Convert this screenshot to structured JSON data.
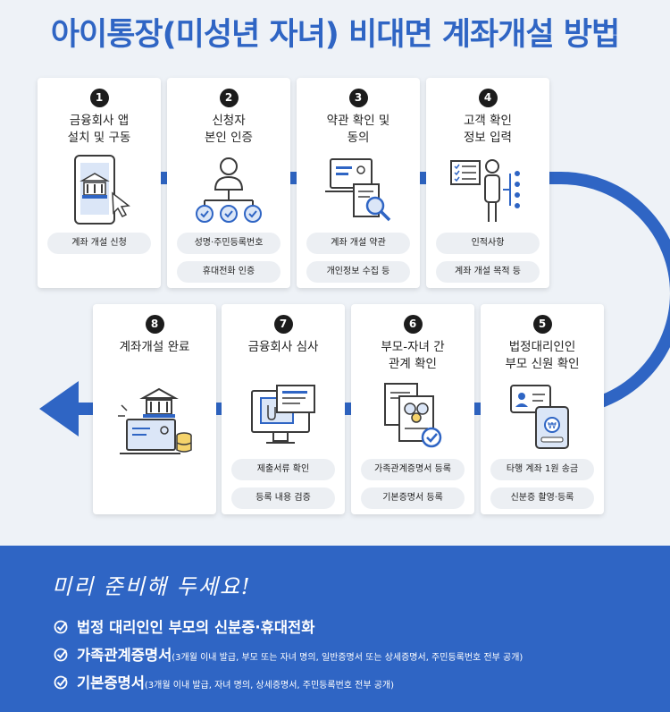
{
  "title": "아이통장(미성년 자녀) 비대면 계좌개설 방법",
  "steps": [
    {
      "num": "1",
      "title": "금융회사 앱\n설치 및 구동",
      "icon": "phone-bank-icon",
      "pills": [
        "계좌 개설 신청"
      ]
    },
    {
      "num": "2",
      "title": "신청자\n본인 인증",
      "icon": "person-verify-icon",
      "pills": [
        "성명·주민등록번호",
        "휴대전화 인증"
      ]
    },
    {
      "num": "3",
      "title": "약관 확인 및\n동의",
      "icon": "document-search-icon",
      "pills": [
        "계좌 개설 약관",
        "개인정보 수집 등"
      ]
    },
    {
      "num": "4",
      "title": "고객 확인\n정보 입력",
      "icon": "customer-info-icon",
      "pills": [
        "인적사항",
        "계좌 개설 목적 등"
      ]
    },
    {
      "num": "5",
      "title": "법정대리인인\n부모 신원 확인",
      "icon": "id-card-phone-icon",
      "pills": [
        "타행 계좌 1원 송금",
        "신분증 촬영·등록"
      ]
    },
    {
      "num": "6",
      "title": "부모-자녀 간\n관계 확인",
      "icon": "family-document-icon",
      "pills": [
        "가족관계증명서 등록",
        "기본증명서 등록"
      ]
    },
    {
      "num": "7",
      "title": "금융회사 심사",
      "icon": "monitor-review-icon",
      "pills": [
        "제출서류 확인",
        "등록 내용 검증"
      ]
    },
    {
      "num": "8",
      "title": "계좌개설 완료",
      "icon": "bank-complete-icon",
      "pills": []
    }
  ],
  "prepare": {
    "subtitle": "미리 준비해 두세요!",
    "items": [
      {
        "main": "법정 대리인인 부모의 신분증·휴대전화",
        "note": ""
      },
      {
        "main": "가족관계증명서",
        "note": "(3개월 이내 발급, 부모 또는 자녀 명의, 일반증명서 또는 상세증명서, 주민등록번호 전부 공개)"
      },
      {
        "main": "기본증명서",
        "note": "(3개월 이내 발급, 자녀 명의, 상세증명서, 주민등록번호 전부 공개)"
      }
    ]
  },
  "colors": {
    "accent": "#2f65c4",
    "icon_line": "#3a3a3a",
    "icon_fill": "#2f65c4"
  }
}
